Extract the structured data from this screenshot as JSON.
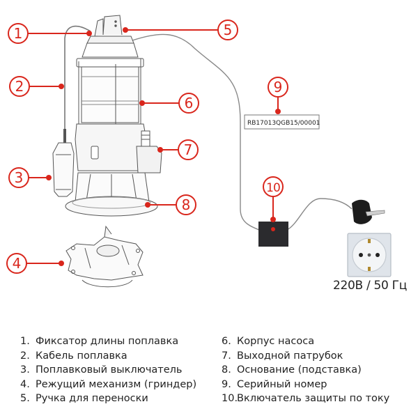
{
  "diagram": {
    "title": "Схема насоса с режущим механизмом",
    "accent_color": "#d9261c",
    "callouts": [
      {
        "number": "1",
        "part": "float-length-lock"
      },
      {
        "number": "2",
        "part": "float-cable"
      },
      {
        "number": "3",
        "part": "float-switch"
      },
      {
        "number": "4",
        "part": "cutting-mechanism"
      },
      {
        "number": "5",
        "part": "carry-handle"
      },
      {
        "number": "6",
        "part": "pump-housing"
      },
      {
        "number": "7",
        "part": "outlet-nozzle"
      },
      {
        "number": "8",
        "part": "base-stand"
      },
      {
        "number": "9",
        "part": "serial-number"
      },
      {
        "number": "10",
        "part": "current-protection-switch"
      }
    ],
    "serial_number": "RB17013QGB15/00001",
    "power_label": "220В / 50 Гц"
  },
  "legend": {
    "left": [
      {
        "num": "1.",
        "text": "Фиксатор длины поплавка"
      },
      {
        "num": "2.",
        "text": "Кабель поплавка"
      },
      {
        "num": "3.",
        "text": "Поплавковый выключатель"
      },
      {
        "num": "4.",
        "text": "Режущий механизм (гриндер)"
      },
      {
        "num": "5.",
        "text": "Ручка для переноски"
      }
    ],
    "right": [
      {
        "num": "6.",
        "text": "Корпус насоса"
      },
      {
        "num": "7.",
        "text": "Выходной патрубок"
      },
      {
        "num": "8.",
        "text": "Основание (подставка)"
      },
      {
        "num": "9.",
        "text": "Серийный номер"
      },
      {
        "num": "10.",
        "text": "Включатель защиты по току"
      }
    ]
  }
}
